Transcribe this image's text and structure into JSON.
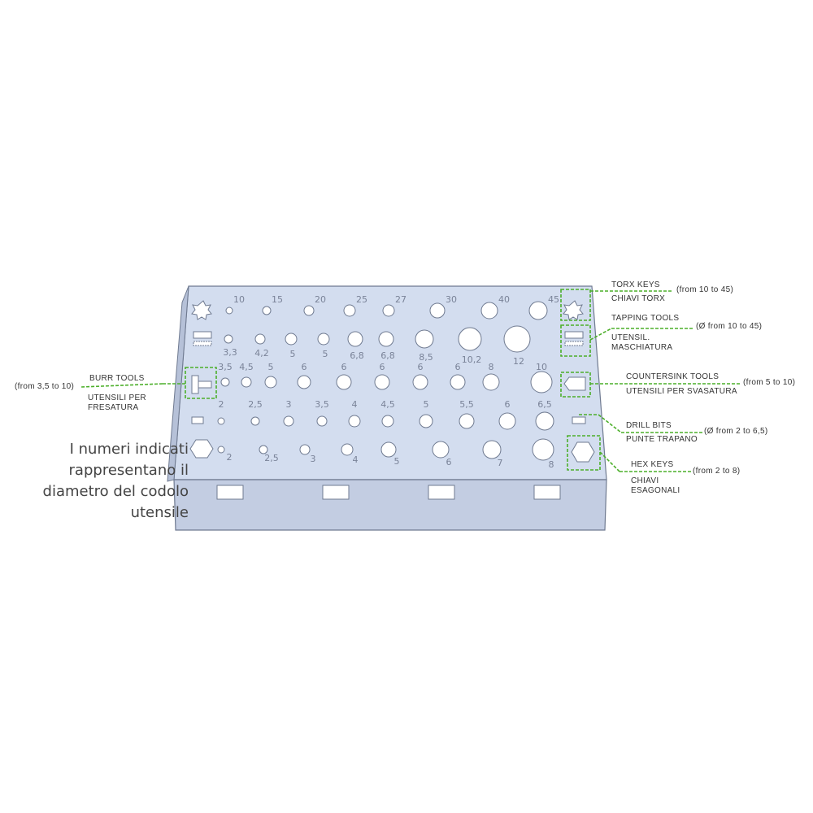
{
  "note": [
    "I numeri indicati",
    "rappresentano il",
    "diametro del codolo",
    "utensile"
  ],
  "callouts": {
    "torx": {
      "title": "TORX KEYS",
      "subtitle": "CHIAVI TORX",
      "range": "(from 10 to 45)"
    },
    "tapping": {
      "title": "TAPPING TOOLS",
      "subtitle": "UTENSIL.",
      "subtitle2": "MASCHIATURA",
      "range": "(Ø from 10 to 45)"
    },
    "countersink": {
      "title": "COUNTERSINK TOOLS",
      "subtitle": "UTENSILI PER SVASATURA",
      "range": "(from 5 to 10)"
    },
    "drill": {
      "title": "DRILL BITS",
      "subtitle": "PUNTE  TRAPANO",
      "range": "(Ø from 2 to 6,5)"
    },
    "hex": {
      "title": "HEX KEYS",
      "subtitle": "CHIAVI",
      "subtitle2": "ESAGONALI",
      "range": "(from 2 to 8)"
    },
    "burr": {
      "title": "BURR TOOLS",
      "subtitle": "UTENSILI PER",
      "subtitle2": "FRESATURA",
      "range": "(from 3,5 to 10)"
    }
  },
  "rows": {
    "torx": [
      "10",
      "15",
      "20",
      "25",
      "27",
      "30",
      "40",
      "45"
    ],
    "tapping": [
      "3,3",
      "4,2",
      "5",
      "5",
      "6,8",
      "6,8",
      "8,5",
      "10,2",
      "12"
    ],
    "burr": [
      "3,5",
      "4,5",
      "5",
      "6",
      "6",
      "6",
      "6",
      "6",
      "8",
      "10"
    ],
    "drill": [
      "2",
      "2,5",
      "3",
      "3,5",
      "4",
      "4,5",
      "5",
      "5,5",
      "6",
      "6,5"
    ],
    "hex": [
      "2",
      "2,5",
      "3",
      "4",
      "5",
      "6",
      "7",
      "8"
    ]
  },
  "colors": {
    "plate": "#cfd9ec",
    "plate_dark": "#b4c0d8",
    "outline": "#6f7a90",
    "callout": "#4caf2a",
    "hole": "#ffffff"
  }
}
